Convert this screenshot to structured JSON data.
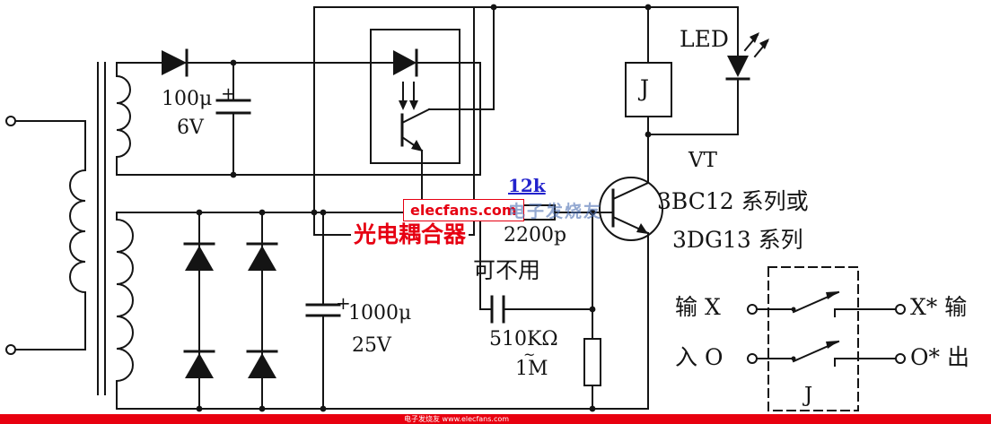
{
  "page": {
    "background": "#ffffff",
    "ink_color": "#141414",
    "accent_red": "#e60012",
    "link_blue": "#2222cc",
    "watermark_blue": "rgba(80,115,180,0.62)",
    "footer_red": "#e8000f"
  },
  "labels": {
    "cap1_value": "100μ",
    "cap1_plus": "+",
    "cap1_voltage": "6V",
    "led": "LED",
    "relay_coil": "J",
    "resistor_r1": "12k",
    "optocoupler": "光电耦合器",
    "cap2_value": "2200p",
    "cap2_note": "可不用",
    "transistor_ref": "VT",
    "transistor_type_line1": "3BC12 系列或",
    "transistor_type_line2": "3DG13 系列",
    "resistor_r2_value": "510KΩ",
    "resistor_r2_tilde": "~",
    "resistor_r2_max": "1M",
    "cap3_plus": "+",
    "cap3_value": "1000μ",
    "cap3_voltage": "25V",
    "input_row1": "输 X",
    "input_row2": "入 O",
    "output_row1": "X* 输",
    "output_row2": "O* 出",
    "relay_contacts": "J"
  },
  "watermark": {
    "site": "elecfans.com",
    "site_cn": "电子发烧友"
  },
  "footer": {
    "text": "电子发烧友 www.elecfans.com"
  }
}
